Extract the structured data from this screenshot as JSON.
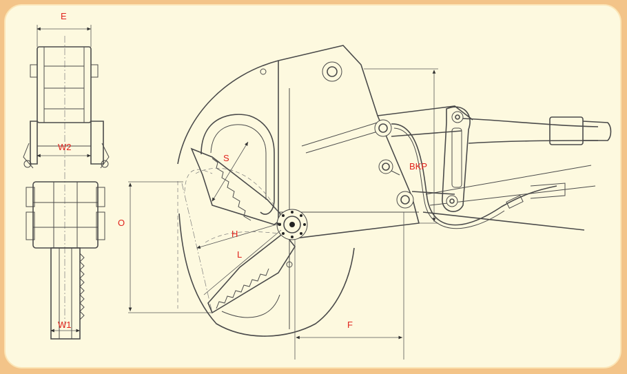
{
  "labels": {
    "E": "E",
    "W2": "W2",
    "W1": "W1",
    "O": "O",
    "S": "S",
    "H": "H",
    "L": "L",
    "F": "F",
    "BKP": "BKP"
  },
  "colors": {
    "frame_border": "#f3c489",
    "background": "#fdf9df",
    "label": "#e0211b",
    "line": "#4a4a4a"
  }
}
